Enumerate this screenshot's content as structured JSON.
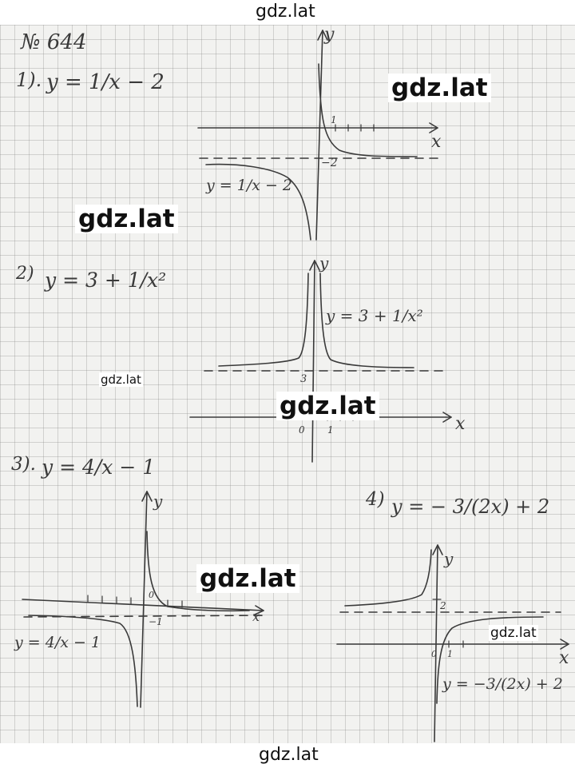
{
  "watermark": {
    "top": "gdz.lat",
    "bottom": "gdz.lat",
    "overlays": [
      "gdz.lat",
      "gdz.lat",
      "gdz.lat",
      "gdz.lat",
      "gdz.lat",
      "gdz.lat"
    ]
  },
  "problem_number": "№ 644",
  "parts": [
    {
      "label": "1).",
      "formula": "y = 1/x − 2",
      "graph_label": "y = 1/x − 2",
      "asymptote_label": "−2",
      "tick_label": "1",
      "axis_x": "x",
      "axis_y": "y"
    },
    {
      "label": "2)",
      "formula": "y = 3 + 1/x²",
      "graph_label": "y = 3 + 1/x²",
      "asymptote_label": "3",
      "origin_label": "0",
      "tick_label": "1",
      "axis_x": "x",
      "axis_y": "y"
    },
    {
      "label": "3).",
      "formula": "y = 4/x − 1",
      "graph_label": "y = 4/x − 1",
      "asymptote_label": "−1",
      "origin_label": "0",
      "axis_x": "x",
      "axis_y": "y"
    },
    {
      "label": "4)",
      "formula": "y = − 3/(2x) + 2",
      "graph_label": "y = −3/(2x) + 2",
      "asymptote_label": "2",
      "origin_label": "0",
      "tick_label": "1",
      "axis_x": "x",
      "axis_y": "y"
    }
  ]
}
